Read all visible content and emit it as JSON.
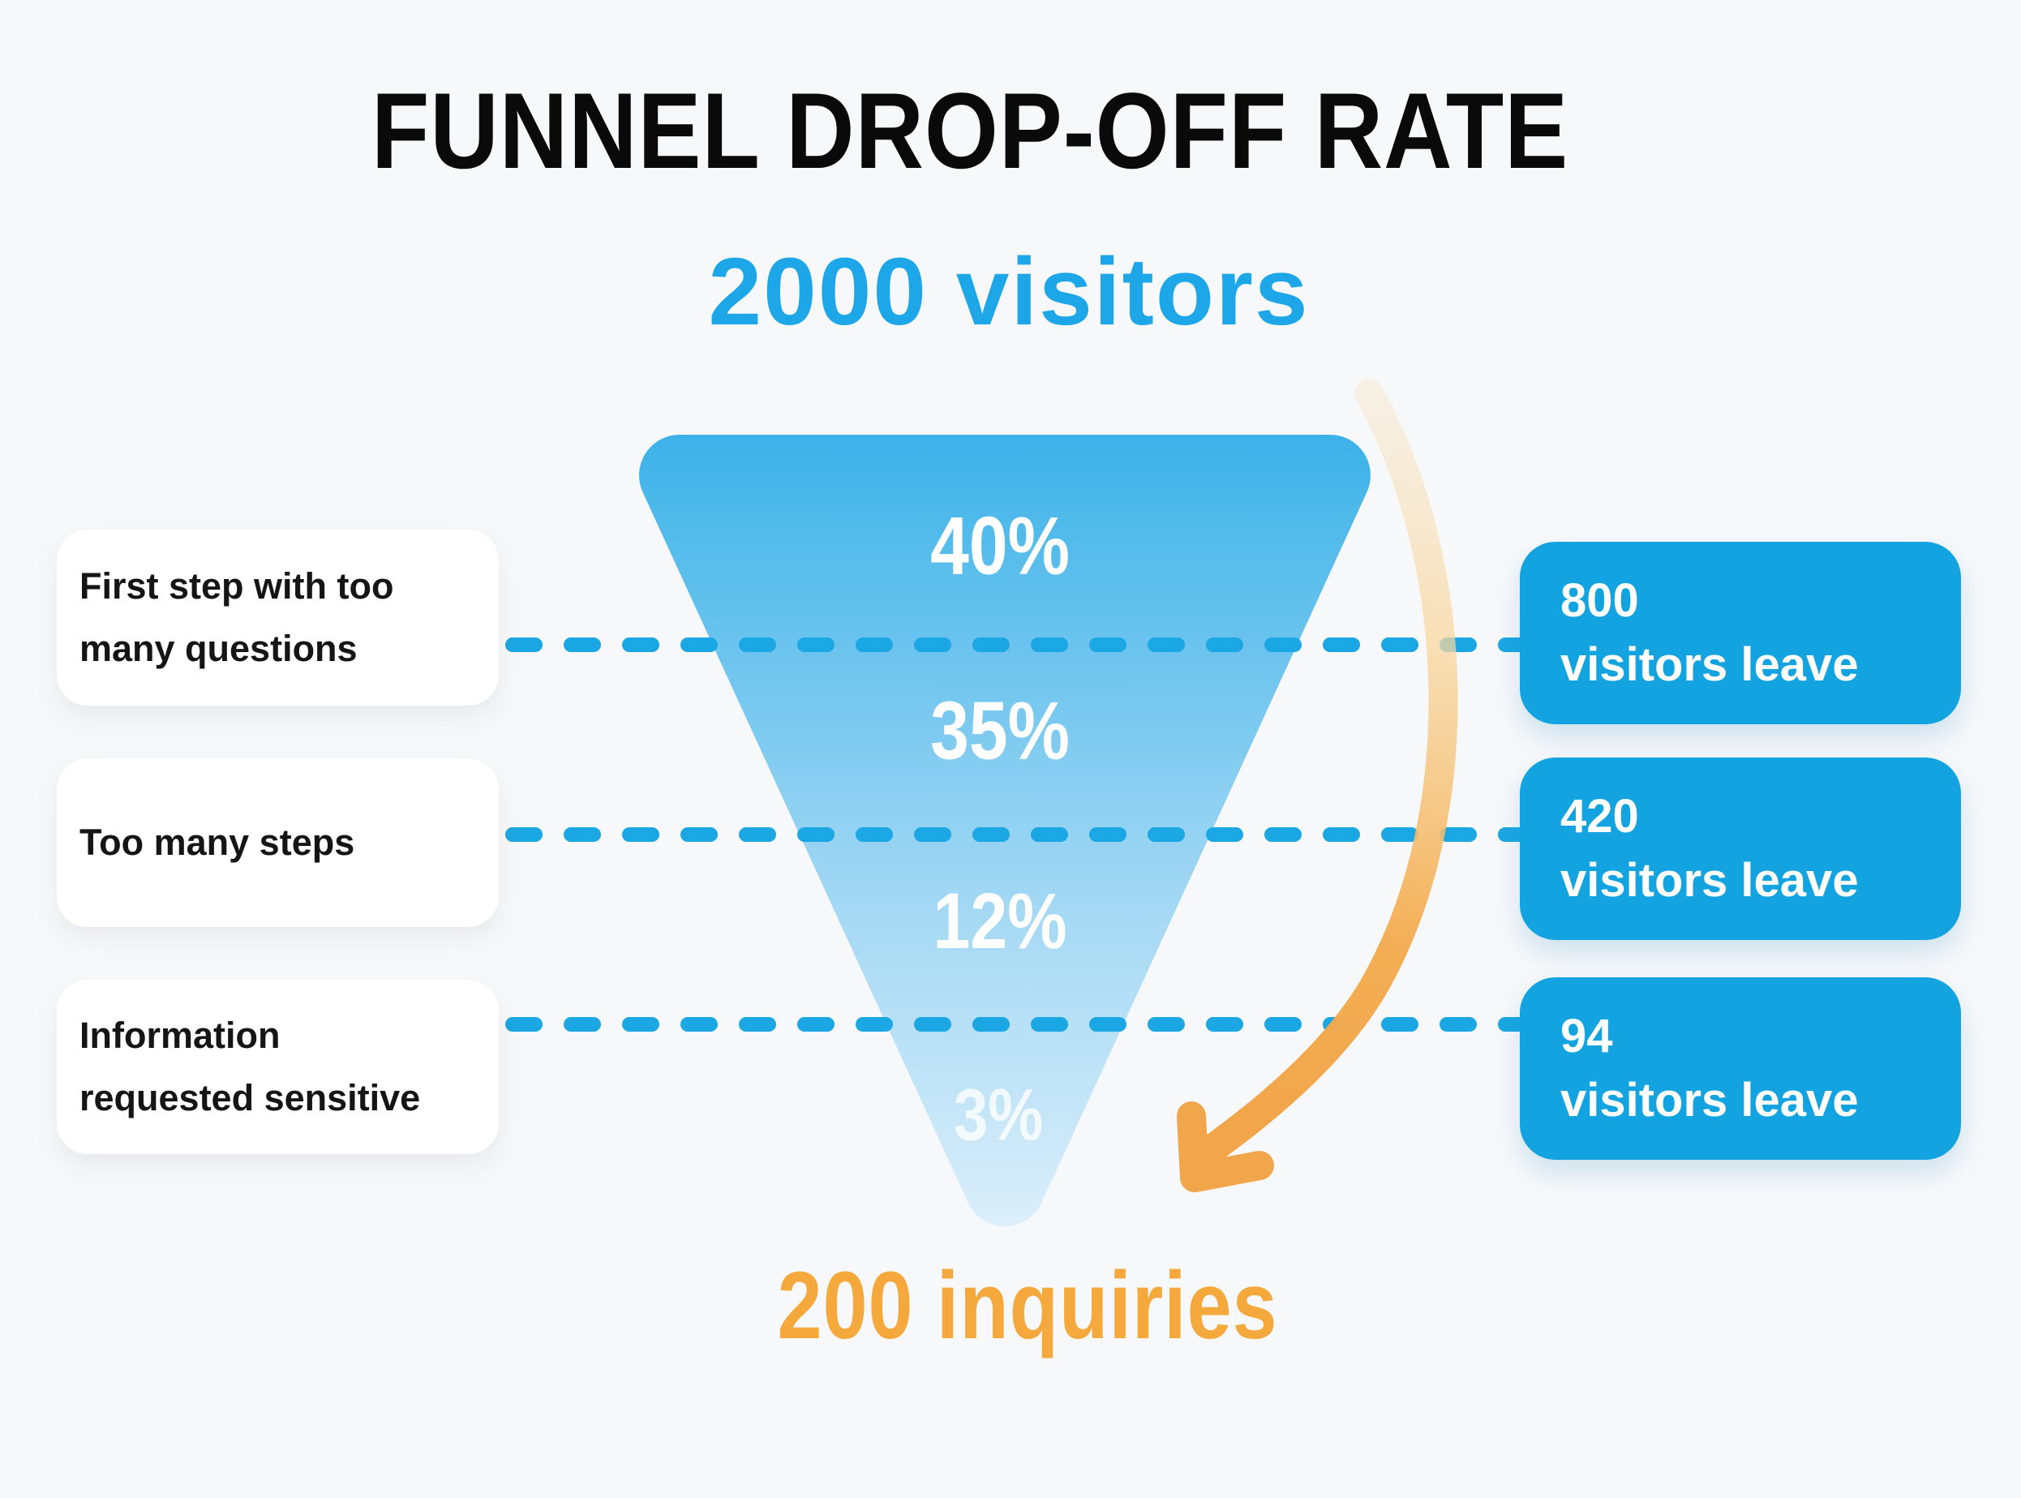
{
  "title": "FUNNEL DROP-OFF RATE",
  "top_metric": "2000 visitors",
  "bottom_metric": "200 inquiries",
  "stages": [
    {
      "percent": "40%",
      "reason_line1": "First step with too",
      "reason_line2": "many questions",
      "leave_value": "800",
      "leave_label": "visitors leave"
    },
    {
      "percent": "35%",
      "reason_line1": "Too many steps",
      "reason_line2": "",
      "leave_value": "420",
      "leave_label": "visitors leave"
    },
    {
      "percent": "12%",
      "reason_line1": "Information",
      "reason_line2": "requested sensitive",
      "leave_value": "94",
      "leave_label": "visitors leave"
    },
    {
      "percent": "3%"
    }
  ],
  "colors": {
    "background": "#F7F8FA",
    "title_text": "#0A0A0A",
    "accent_blue": "#1EA7E8",
    "leave_box_blue": "#13A3E0",
    "dashed_line_blue": "#1BA7E3",
    "funnel_top_blue": "#3CB2E9",
    "funnel_tip_blue": "#DCEFFB",
    "accent_orange": "#F5A83C",
    "arrow_orange": "#F2A64B",
    "reason_box_bg": "#FFFFFF",
    "reason_text": "#151515",
    "percent_text": "#FFFFFF"
  },
  "chart_data": {
    "type": "funnel",
    "title": "FUNNEL DROP-OFF RATE",
    "entry": {
      "label": "2000 visitors",
      "value": 2000
    },
    "exit": {
      "label": "200 inquiries",
      "value": 200
    },
    "stages": [
      {
        "drop_off_rate_percent": 40,
        "visitors_leave": 800,
        "reason": "First step with too many questions"
      },
      {
        "drop_off_rate_percent": 35,
        "visitors_leave": 420,
        "reason": "Too many steps"
      },
      {
        "drop_off_rate_percent": 12,
        "visitors_leave": 94,
        "reason": "Information requested sensitive"
      },
      {
        "drop_off_rate_percent": 3,
        "visitors_leave": null,
        "reason": null
      }
    ],
    "legend_position": "none",
    "grid": false
  }
}
